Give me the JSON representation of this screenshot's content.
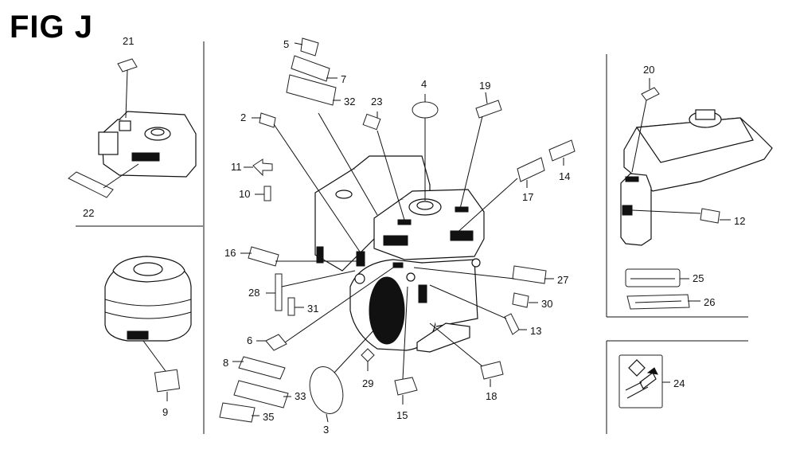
{
  "figure": {
    "title": "FIG J"
  },
  "callouts": {
    "c2": "2",
    "c3": "3",
    "c4": "4",
    "c5": "5",
    "c6": "6",
    "c7": "7",
    "c8": "8",
    "c9": "9",
    "c10": "10",
    "c11": "11",
    "c12": "12",
    "c13": "13",
    "c14": "14",
    "c15": "15",
    "c16": "16",
    "c17": "17",
    "c18": "18",
    "c19": "19",
    "c20": "20",
    "c21": "21",
    "c22": "22",
    "c23": "23",
    "c24": "24",
    "c25": "25",
    "c26": "26",
    "c27": "27",
    "c28": "28",
    "c29": "29",
    "c30": "30",
    "c31": "31",
    "c32": "32",
    "c33": "33",
    "c35": "35"
  }
}
